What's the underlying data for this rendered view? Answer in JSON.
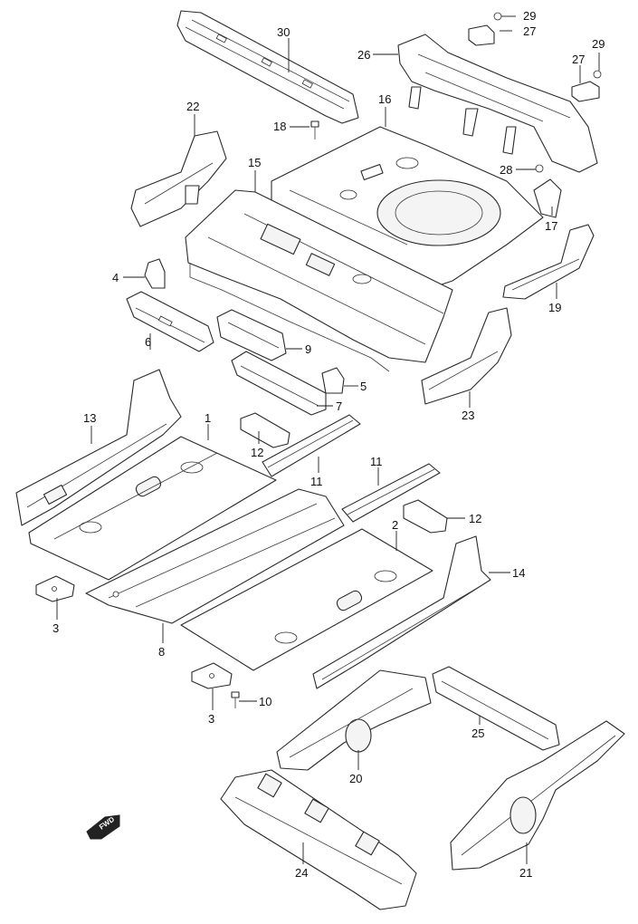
{
  "callouts": {
    "c1": "1",
    "c2": "2",
    "c3a": "3",
    "c3b": "3",
    "c4": "4",
    "c5": "5",
    "c6": "6",
    "c7": "7",
    "c8": "8",
    "c9": "9",
    "c10": "10",
    "c11a": "11",
    "c11b": "11",
    "c12a": "12",
    "c12b": "12",
    "c13": "13",
    "c14": "14",
    "c15": "15",
    "c16": "16",
    "c17": "17",
    "c18": "18",
    "c19": "19",
    "c20": "20",
    "c21": "21",
    "c22": "22",
    "c23": "23",
    "c24": "24",
    "c25": "25",
    "c26": "26",
    "c27a": "27",
    "c27b": "27",
    "c28": "28",
    "c29a": "29",
    "c29b": "29",
    "c30": "30"
  },
  "direction_badge": {
    "label": "FWD",
    "icon": "forward-arrow-icon"
  },
  "colors": {
    "line": "#2a2a2a",
    "background": "#ffffff"
  }
}
